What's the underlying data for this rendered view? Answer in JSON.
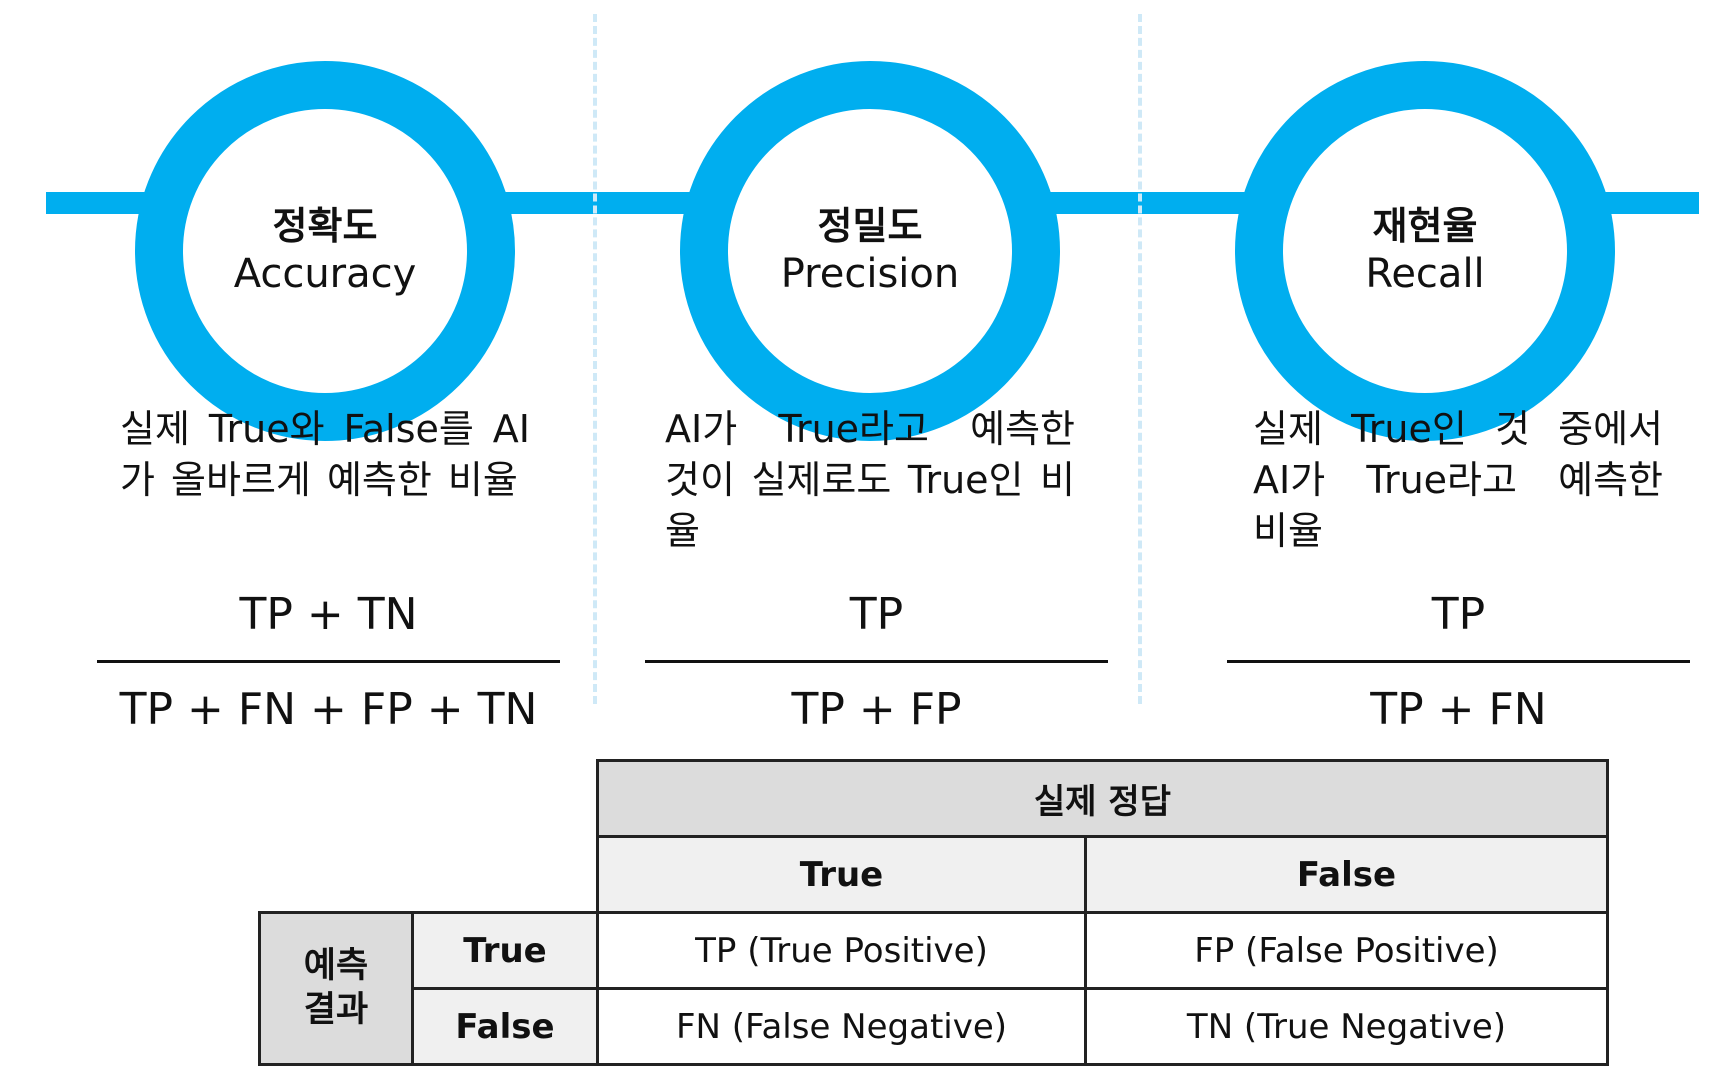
{
  "metrics": [
    {
      "name_ko": "정확도",
      "name_en": "Accuracy",
      "description": "실제 True와 False를 AI가 올바르게 예측한 비율",
      "numerator": "TP + TN",
      "denominator": "TP + FN + FP + TN"
    },
    {
      "name_ko": "정밀도",
      "name_en": "Precision",
      "description": "AI가 True라고 예측한 것이 실제로도 True인 비율",
      "numerator": "TP",
      "denominator": "TP + FP"
    },
    {
      "name_ko": "재현율",
      "name_en": "Recall",
      "description": "실제 True인 것 중에서 AI가 True라고 예측한 비율",
      "numerator": "TP",
      "denominator": "TP + FN"
    }
  ],
  "confusion_matrix": {
    "actual_header": "실제 정답",
    "predicted_header": "예측 결과",
    "actual_true": "True",
    "actual_false": "False",
    "pred_true": "True",
    "pred_false": "False",
    "tp": "TP (True Positive)",
    "fp": "FP (False Positive)",
    "fn": "FN (False Negative)",
    "tn": "TN (True Negative)"
  },
  "colors": {
    "accent": "#00aeef",
    "divider": "#cfe9f7",
    "header_gray": "#dcdcdc",
    "header_light": "#f0f0f0"
  }
}
